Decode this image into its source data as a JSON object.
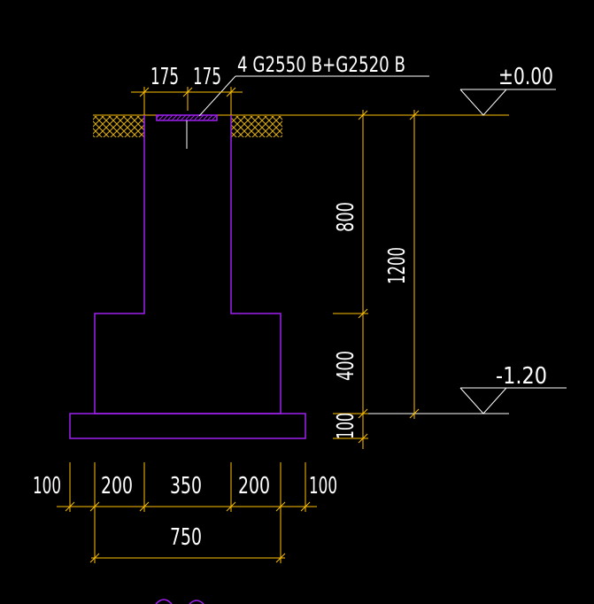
{
  "drawing": {
    "rebar_label": "4 G2550 B+G2520 B",
    "top_dims": [
      "175",
      "175"
    ],
    "levels": {
      "top": "±0.00",
      "bottom": "-1.20"
    },
    "vertical_dims": {
      "upper": "800",
      "lower": "400",
      "pad": "100",
      "total": "1200"
    },
    "bottom_dims": [
      "100",
      "200",
      "350",
      "200",
      "100"
    ],
    "overall_width": "750",
    "colors": {
      "foundation_outline": "#a020f0",
      "dimension_lines": "#ffc000",
      "text": "#ffffff",
      "soil_hatch": "#e0b000"
    }
  }
}
